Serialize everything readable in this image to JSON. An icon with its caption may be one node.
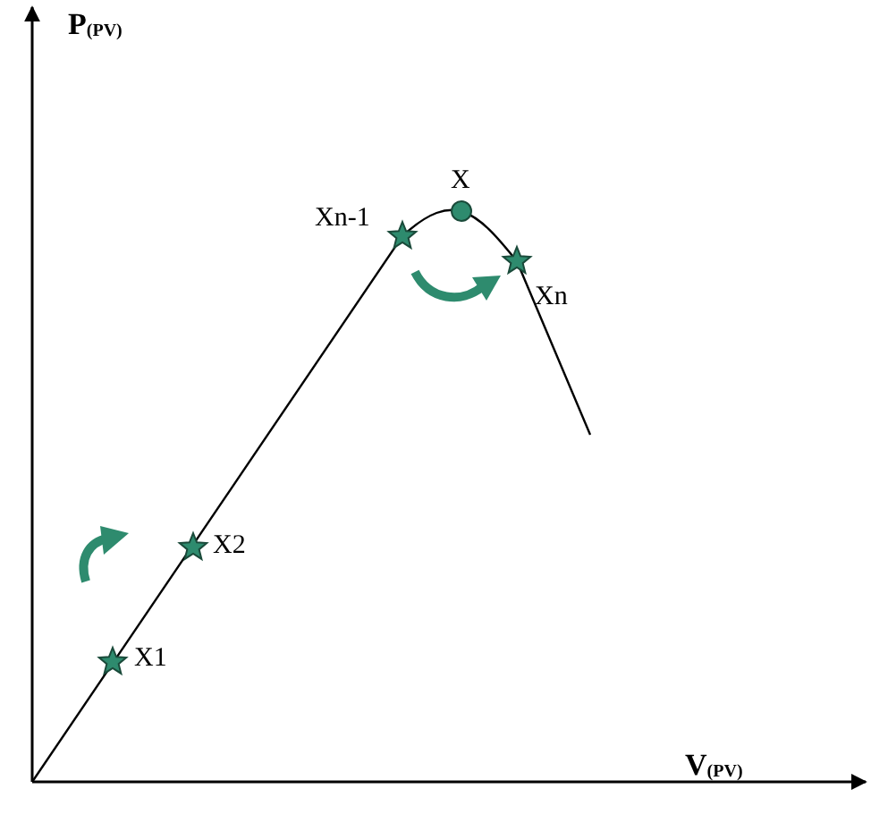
{
  "diagram": {
    "labels": [
      "P$_{(PV)}$",
      "X",
      "Xn-1",
      "Xn",
      "X2",
      "X1",
      "V$_{(PV)}$"
    ]
  }
}
